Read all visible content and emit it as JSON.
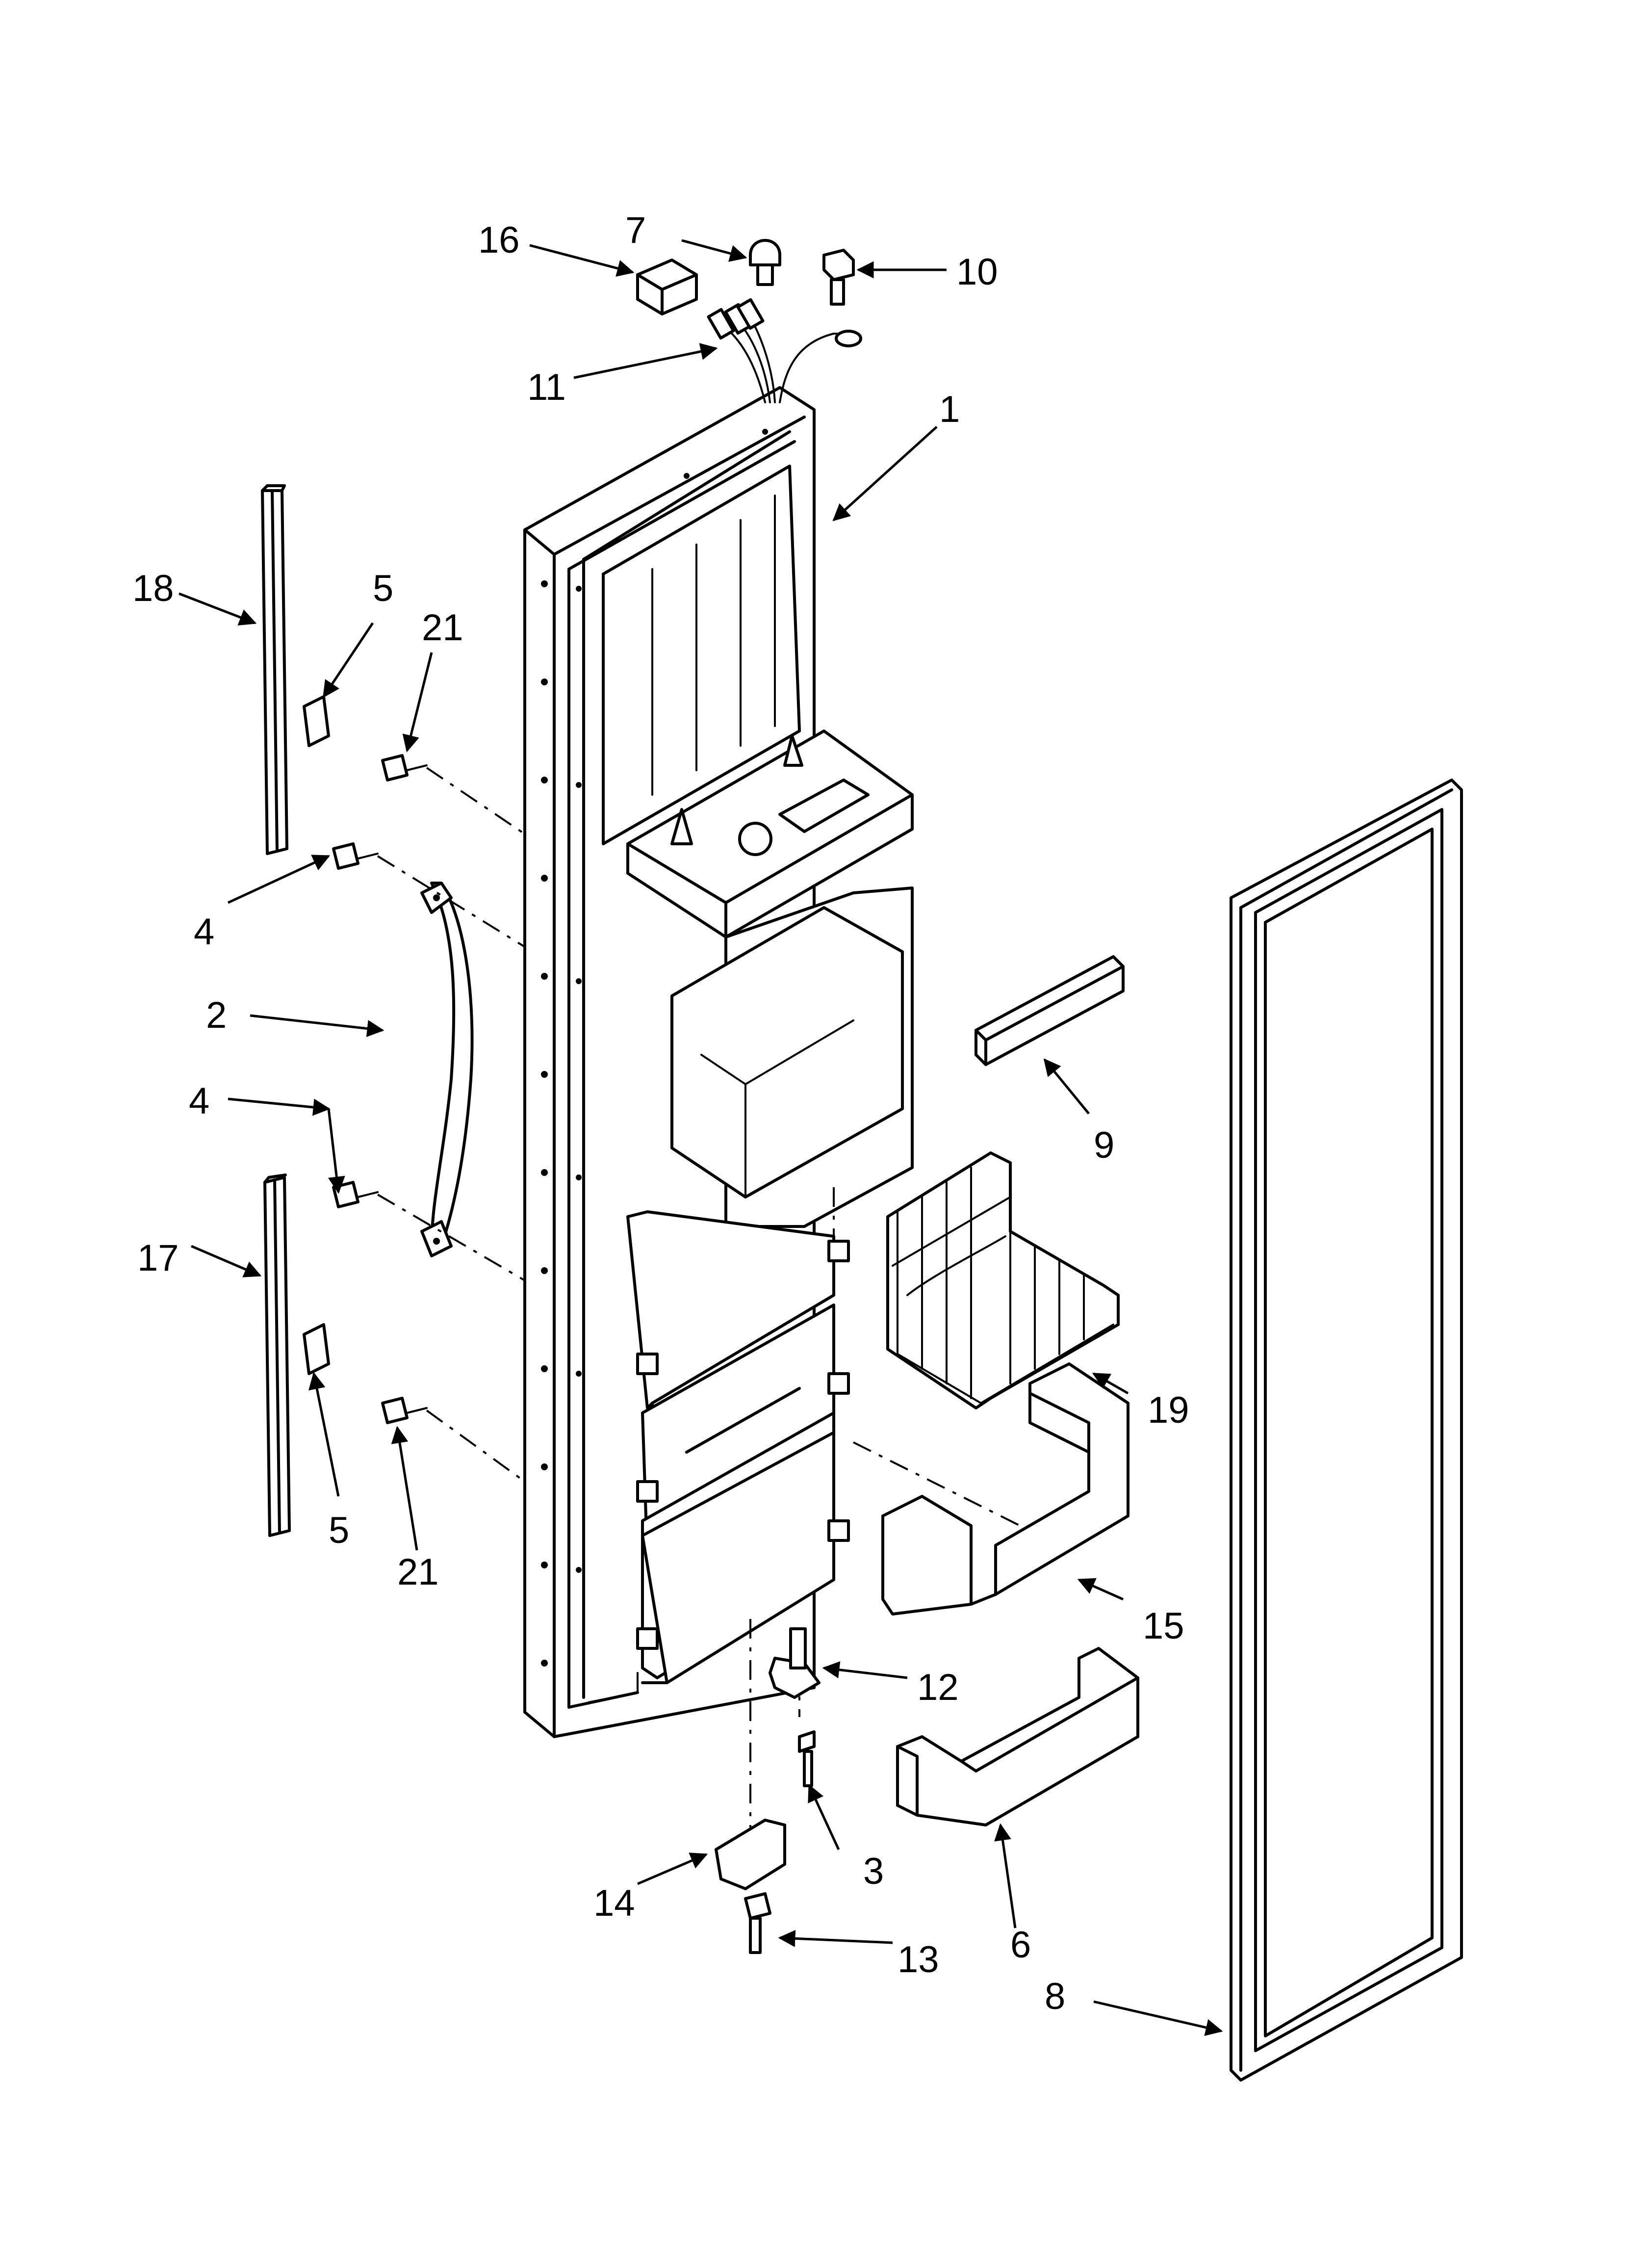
{
  "callouts": {
    "c1": "1",
    "c2": "2",
    "c3": "3",
    "c4a": "4",
    "c4b": "4",
    "c5a": "5",
    "c5b": "5",
    "c6": "6",
    "c7": "7",
    "c8": "8",
    "c9": "9",
    "c10": "10",
    "c11": "11",
    "c12": "12",
    "c13": "13",
    "c14": "14",
    "c15": "15",
    "c16": "16",
    "c17": "17",
    "c18": "18",
    "c19": "19",
    "c21a": "21",
    "c21b": "21"
  }
}
